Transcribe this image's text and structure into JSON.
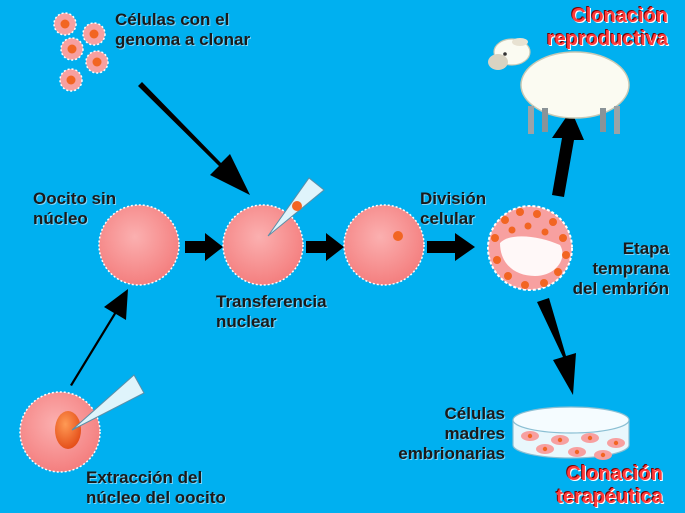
{
  "labels": {
    "cells_to_clone": "Células con el\ngenoma a clonar",
    "oocyte_no_nucleus": "Oocito sin\nnúcleo",
    "nuclear_transfer": "Transferencia\nnuclear",
    "cell_division": "División\ncelular",
    "early_embryo": "Etapa\ntemprana\ndel embrión",
    "stem_cells": "Células\nmadres\nembrionarias",
    "nucleus_extraction": "Extracción del\nnúcleo del oocito",
    "reproductive_cloning": "Clonación\nreproductiva",
    "therapeutic_cloning": "Clonación\nterapéutica"
  },
  "icons": {
    "sheep": "sheep-icon",
    "petri_dish": "petri-dish-icon",
    "pipette": "pipette-icon"
  },
  "colors": {
    "background": "#00b0f0",
    "cell_fill": "#f98e8e",
    "nucleus": "#f26522",
    "arrow": "#000000",
    "highlight_text": "#ff3b3b"
  }
}
